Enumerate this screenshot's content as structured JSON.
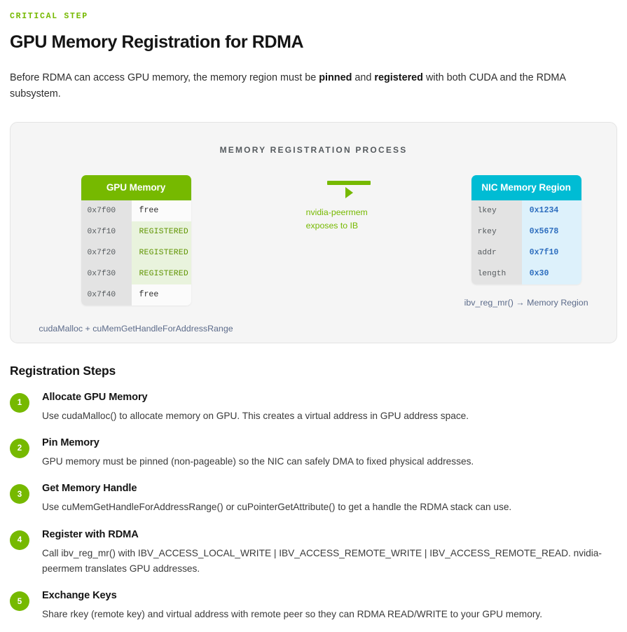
{
  "header": {
    "eyebrow": "CRITICAL STEP",
    "title": "GPU Memory Registration for RDMA",
    "intro_part1": "Before RDMA can access GPU memory, the memory region must be ",
    "intro_bold1": "pinned",
    "intro_part2": " and ",
    "intro_bold2": "registered",
    "intro_part3": " with both CUDA and the RDMA subsystem."
  },
  "diagram": {
    "title": "MEMORY REGISTRATION PROCESS",
    "gpu_table": {
      "header": "GPU Memory",
      "header_color": "#76b900",
      "rows": [
        {
          "addr": "0x7f00",
          "status": "free"
        },
        {
          "addr": "0x7f10",
          "status": "REGISTERED"
        },
        {
          "addr": "0x7f20",
          "status": "REGISTERED"
        },
        {
          "addr": "0x7f30",
          "status": "REGISTERED"
        },
        {
          "addr": "0x7f40",
          "status": "free"
        }
      ],
      "caption": "cudaMalloc + cuMemGetHandleForAddressRange"
    },
    "connector": {
      "label_line1": "nvidia-peermem",
      "label_line2": "exposes to IB",
      "color": "#76b900"
    },
    "nic_table": {
      "header": "NIC Memory Region",
      "header_color": "#00bcd4",
      "rows": [
        {
          "key": "lkey",
          "value": "0x1234"
        },
        {
          "key": "rkey",
          "value": "0x5678"
        },
        {
          "key": "addr",
          "value": "0x7f10"
        },
        {
          "key": "length",
          "value": "0x30"
        }
      ],
      "caption": "ibv_reg_mr() → Memory Region"
    }
  },
  "steps_section": {
    "title": "Registration Steps",
    "steps": [
      {
        "num": "1",
        "title": "Allocate GPU Memory",
        "desc": "Use cudaMalloc() to allocate memory on GPU. This creates a virtual address in GPU address space."
      },
      {
        "num": "2",
        "title": "Pin Memory",
        "desc": "GPU memory must be pinned (non-pageable) so the NIC can safely DMA to fixed physical addresses."
      },
      {
        "num": "3",
        "title": "Get Memory Handle",
        "desc": "Use cuMemGetHandleForAddressRange() or cuPointerGetAttribute() to get a handle the RDMA stack can use."
      },
      {
        "num": "4",
        "title": "Register with RDMA",
        "desc": "Call ibv_reg_mr() with IBV_ACCESS_LOCAL_WRITE | IBV_ACCESS_REMOTE_WRITE | IBV_ACCESS_REMOTE_READ. nvidia-peermem translates GPU addresses."
      },
      {
        "num": "5",
        "title": "Exchange Keys",
        "desc": "Share rkey (remote key) and virtual address with remote peer so they can RDMA READ/WRITE to your GPU memory."
      }
    ]
  }
}
